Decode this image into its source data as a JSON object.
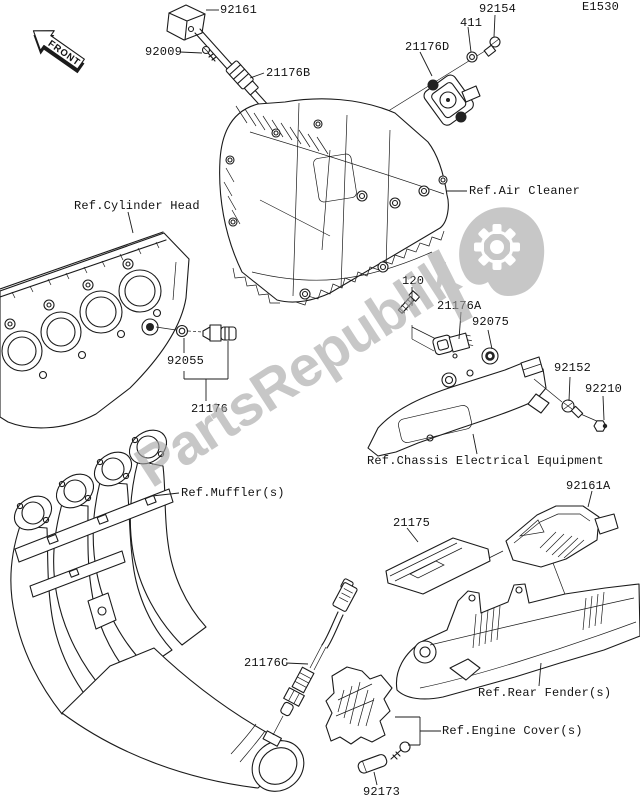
{
  "page": {
    "code": "E1530",
    "watermark_text": "PartsRepublik"
  },
  "front_arrow": {
    "label": "FRONT"
  },
  "part_labels": {
    "p92161": "92161",
    "p92009": "92009",
    "p21176B": "21176B",
    "p92154": "92154",
    "p411": "411",
    "p21176D": "21176D",
    "p120": "120",
    "p21176A": "21176A",
    "p92075": "92075",
    "p92055": "92055",
    "p21176": "21176",
    "p92152": "92152",
    "p92210": "92210",
    "p92161A": "92161A",
    "p21175": "21175",
    "p21176C": "21176C",
    "p92173": "92173"
  },
  "ref_labels": {
    "cylinder_head": "Ref.Cylinder Head",
    "air_cleaner": "Ref.Air Cleaner",
    "chassis_electrical": "Ref.Chassis Electrical Equipment",
    "muffler": "Ref.Muffler(s)",
    "rear_fender": "Ref.Rear Fender(s)",
    "engine_cover": "Ref.Engine Cover(s)"
  },
  "colors": {
    "line": "#1b1b1b",
    "watermark": "#a6a6a6",
    "background": "#ffffff"
  }
}
